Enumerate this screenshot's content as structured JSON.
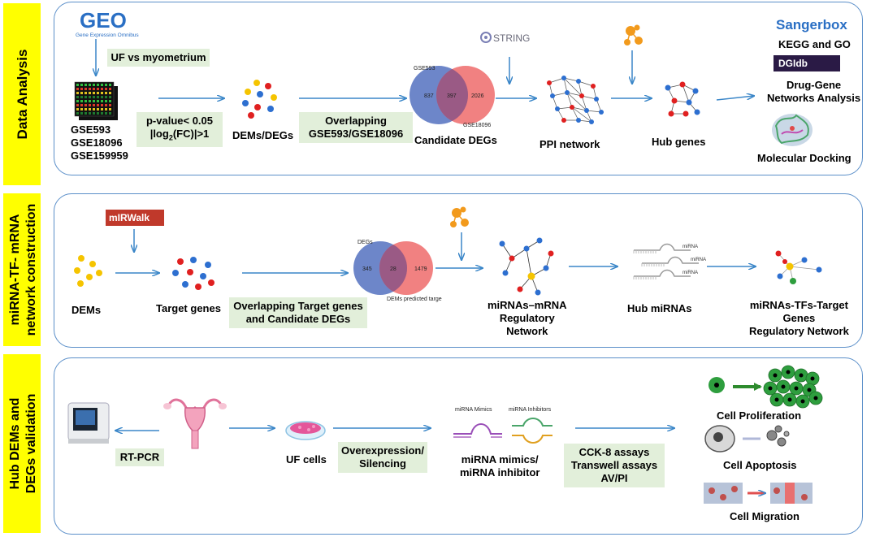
{
  "sections": {
    "data_analysis": "Data Analysis",
    "network": {
      "line1": "miRNA-TF- mRNA",
      "line2": "network construction"
    },
    "validation": {
      "line1": "Hub DEMs and",
      "line2": "DEGs validation"
    }
  },
  "logos": {
    "geo": "GEO",
    "geo_sub": "Gene Expression Omnibus",
    "string": "STRING",
    "sangerbox": "Sangerbox",
    "dgidb": "DGIdb",
    "mirwalk": "mIRWalk"
  },
  "row1": {
    "comparison": "UF vs myometrium",
    "datasets": [
      "GSE593",
      "GSE18096",
      "GSE159959"
    ],
    "threshold_line1": "p-value< 0.05",
    "threshold_line2_pre": "|log",
    "threshold_line2_sub": "2",
    "threshold_line2_post": "(FC)|>1",
    "dems_degs": "DEMs/DEGs",
    "overlap_line1": "Overlapping",
    "overlap_line2": "GSE593/GSE18096",
    "venn": {
      "left_label": "GSE593",
      "right_label": "GSE18096",
      "left_only": "837",
      "both": "397",
      "right_only": "2026"
    },
    "candidate": "Candidate DEGs",
    "ppi": "PPI network",
    "hub_genes": "Hub genes",
    "kegg_go": "KEGG and GO",
    "drug_gene_line1": "Drug-Gene",
    "drug_gene_line2": "Networks Analysis",
    "docking": "Molecular Docking"
  },
  "row2": {
    "dems": "DEMs",
    "target_genes": "Target genes",
    "overlap_line1": "Overlapping Target genes",
    "overlap_line2": "and Candidate DEGs",
    "venn": {
      "left_label": "DEGs",
      "right_label": "DEMs predicted targe",
      "left_only": "345",
      "both": "28",
      "right_only": "1479"
    },
    "mirna_mrna_line1": "miRNAs–mRNA",
    "mirna_mrna_line2": "Regulatory",
    "mirna_mrna_line3": "Network",
    "hub_mirnas": "Hub miRNAs",
    "mirna_label": "miRNA",
    "tf_line1": "miRNAs-TFs-Target",
    "tf_line2": "Genes",
    "tf_line3": "Regulatory Network"
  },
  "row3": {
    "rtpcr": "RT-PCR",
    "uf_cells": "UF cells",
    "overexp_line1": "Overexpression/",
    "overexp_line2": "Silencing",
    "mimics_label": "miRNA Mimics",
    "inhibitors_label": "miRNA Inhibitors",
    "mimic_line1": "miRNA mimics/",
    "mimic_line2": "miRNA inhibitor",
    "assays_line1": "CCK-8 assays",
    "assays_line2": "Transwell assays",
    "assays_line3": "AV/PI",
    "proliferation": "Cell Proliferation",
    "apoptosis": "Cell Apoptosis",
    "migration": "Cell Migration"
  },
  "colors": {
    "panel_border": "#5b8fc9",
    "arrow": "#3a86c8",
    "tab": "#ffff00",
    "box": "#e2efda",
    "venn_blue": "#6d86c9",
    "venn_red": "#ef6b6b",
    "node_red": "#e02020",
    "node_blue": "#2d6fd0",
    "node_yellow": "#f5c400"
  }
}
